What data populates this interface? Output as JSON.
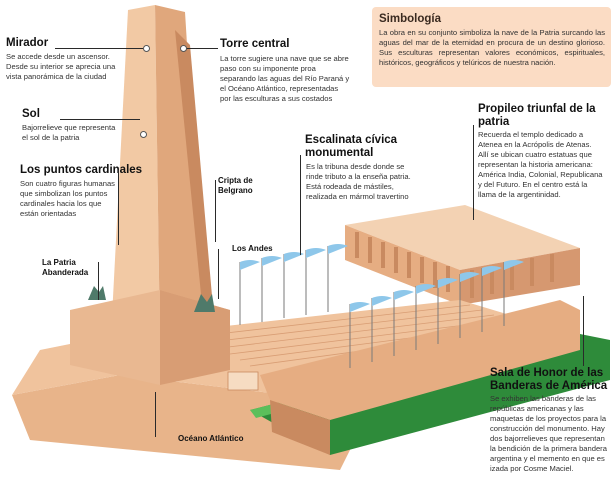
{
  "simbologia": {
    "title": "Simbología",
    "text": "La obra en su conjunto simboliza la nave de la Patria surcando las aguas del mar de la eternidad en procura de un destino glorioso. Sus esculturas representan valores económicos, espirituales, históricos, geográficos y telúricos de nuestra nación."
  },
  "mirador": {
    "title": "Mirador",
    "text": "Se accede desde un ascensor. Desde su interior se aprecia una vista panorámica de la ciudad"
  },
  "torre": {
    "title": "Torre central",
    "text": "La torre sugiere una nave que se abre paso con su imponente proa separando las aguas del Río Paraná y el Océano Atlántico, representadas por las esculturas a sus costados"
  },
  "sol": {
    "title": "Sol",
    "text": "Bajorrelieve que representa el sol de la patria"
  },
  "cardinales": {
    "title": "Los puntos cardinales",
    "text": "Son cuatro figuras humanas que simbolizan los puntos cardinales hacia los que están orientadas"
  },
  "escalinata": {
    "title": "Escalinata cívica monumental",
    "text": "Es la tribuna desde donde se rinde tributo a la enseña patria. Está rodeada de mástiles, realizada en mármol travertino"
  },
  "propileo": {
    "title": "Propileo triunfal de la patria",
    "text": "Recuerda el templo dedicado a Atenea en la Acrópolis de Atenas. Allí se ubican cuatro estatuas que representan la historia americana: América India, Colonial, Republicana y del Futuro. En el centro está la llama de la argentinidad."
  },
  "sala": {
    "title": "Sala de Honor de las Banderas de América",
    "text": "Se exhiben las banderas de las repúblicas americanas y las maquetas de los proyectos para la construcción del monumento. Hay dos bajorrelieves que representan la bendición de la primera bandera argentina y el memento en que es izada por Cosme Maciel."
  },
  "small_labels": {
    "cripta": "Cripta de Belgrano",
    "andes": "Los Andes",
    "patria": "La Patria Abanderada",
    "oceano": "Océano Atlántico"
  },
  "colors": {
    "stone_light": "#f2c9a4",
    "stone_mid": "#e0a77c",
    "stone_dark": "#c98a60",
    "grass": "#2e8b3a",
    "flag_blue": "#8ec7ea",
    "box_bg": "#fbdcc4"
  }
}
